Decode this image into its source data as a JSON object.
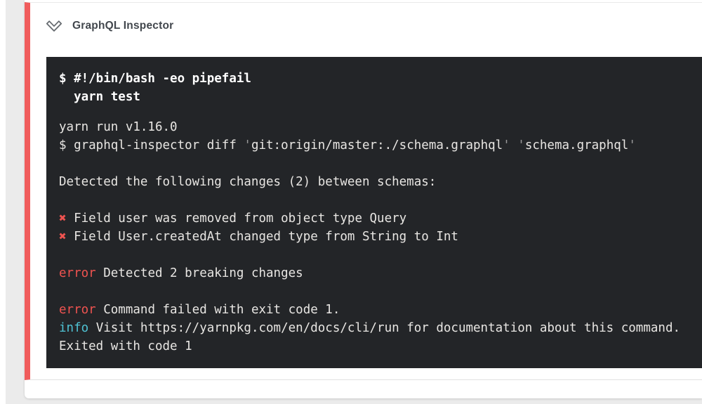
{
  "page": {
    "background_color": "#ebebeb"
  },
  "step_card": {
    "title": "GraphQL Inspector",
    "status": "failed",
    "status_color": "#f05c5c",
    "collapse_icon": "chevron-down-icon"
  },
  "terminal": {
    "background_color": "#232528",
    "text_color": "#e8e6e3",
    "command_lines": [
      "$ #!/bin/bash -eo pipefail",
      "  yarn test"
    ],
    "output_lines": [
      [
        {
          "t": "yarn run v1.16.0"
        }
      ],
      [
        {
          "t": "$ graphql-inspector diff "
        },
        {
          "t": "'",
          "c": "dim"
        },
        {
          "t": "git:origin/master:./schema.graphql"
        },
        {
          "t": "'",
          "c": "dim"
        },
        {
          "t": " "
        },
        {
          "t": "'",
          "c": "dim"
        },
        {
          "t": "schema.graphql"
        },
        {
          "t": "'",
          "c": "dim"
        }
      ],
      [],
      [
        {
          "t": "Detected the following changes (2) between schemas:"
        }
      ],
      [],
      [
        {
          "t": "✖",
          "c": "red",
          "x": true
        },
        {
          "t": " Field user was removed from object type Query"
        }
      ],
      [
        {
          "t": "✖",
          "c": "red",
          "x": true
        },
        {
          "t": " Field User.createdAt changed type from String to Int"
        }
      ],
      [],
      [
        {
          "t": "error",
          "c": "red"
        },
        {
          "t": " Detected 2 breaking changes"
        }
      ],
      [],
      [
        {
          "t": "error",
          "c": "red"
        },
        {
          "t": " Command failed with exit code 1."
        }
      ],
      [
        {
          "t": "info",
          "c": "cyan"
        },
        {
          "t": " Visit https://yarnpkg.com/en/docs/cli/run for documentation about this command."
        }
      ],
      [
        {
          "t": "Exited with code 1"
        }
      ]
    ]
  },
  "colors": {
    "error_red": "#ef5350",
    "info_cyan": "#4fc3d4",
    "dim_quote": "#9a9a9a",
    "status_stripe_red": "#f05c5c"
  }
}
